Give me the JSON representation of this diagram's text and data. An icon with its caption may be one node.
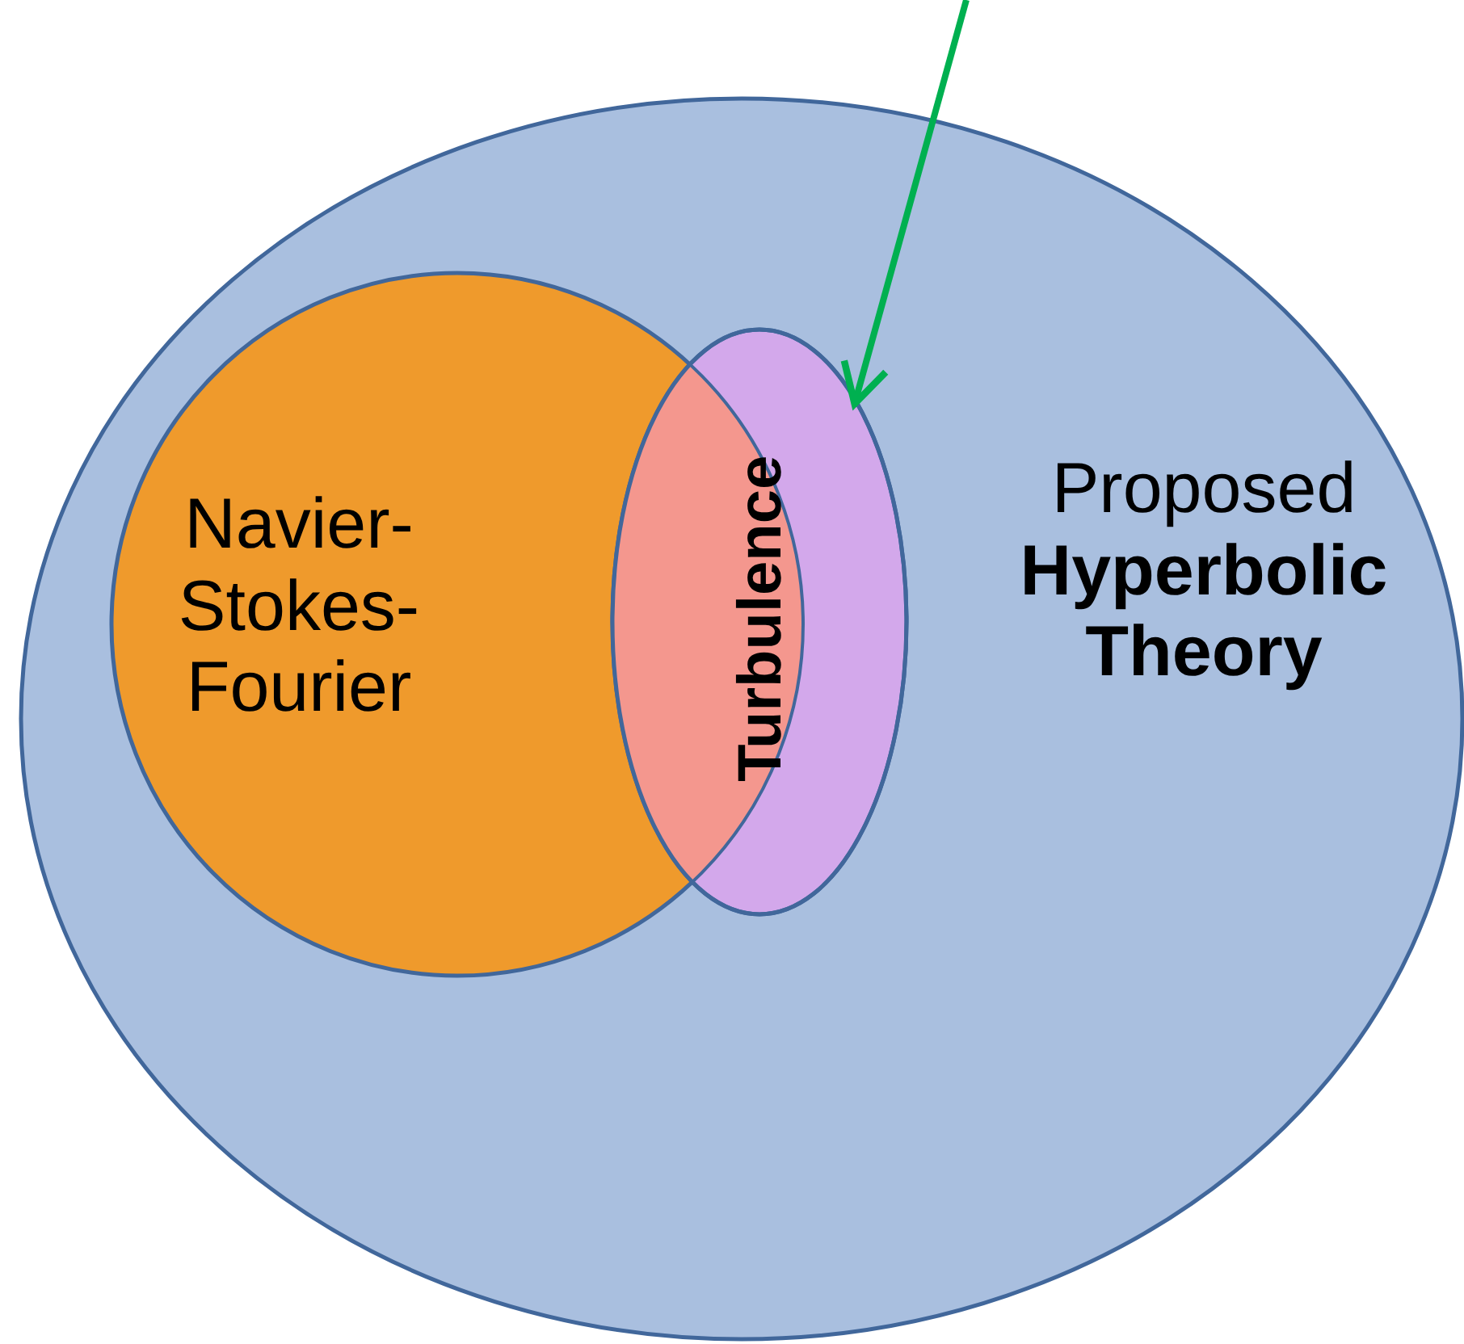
{
  "diagram": {
    "nodes": [
      {
        "text": [
          "Proposed **Hyperbolic Theory**"
        ]
      },
      {
        "text": [
          "Navier-Stokes-Fourier"
        ],
        "in": 0
      },
      {
        "text": [
          "Turbulence"
        ],
        "in": 0
      }
    ],
    "edges": [
      {
        "from": null,
        "to": 2,
        "arrow": "to",
        "color": "#00b050"
      }
    ]
  }
}
